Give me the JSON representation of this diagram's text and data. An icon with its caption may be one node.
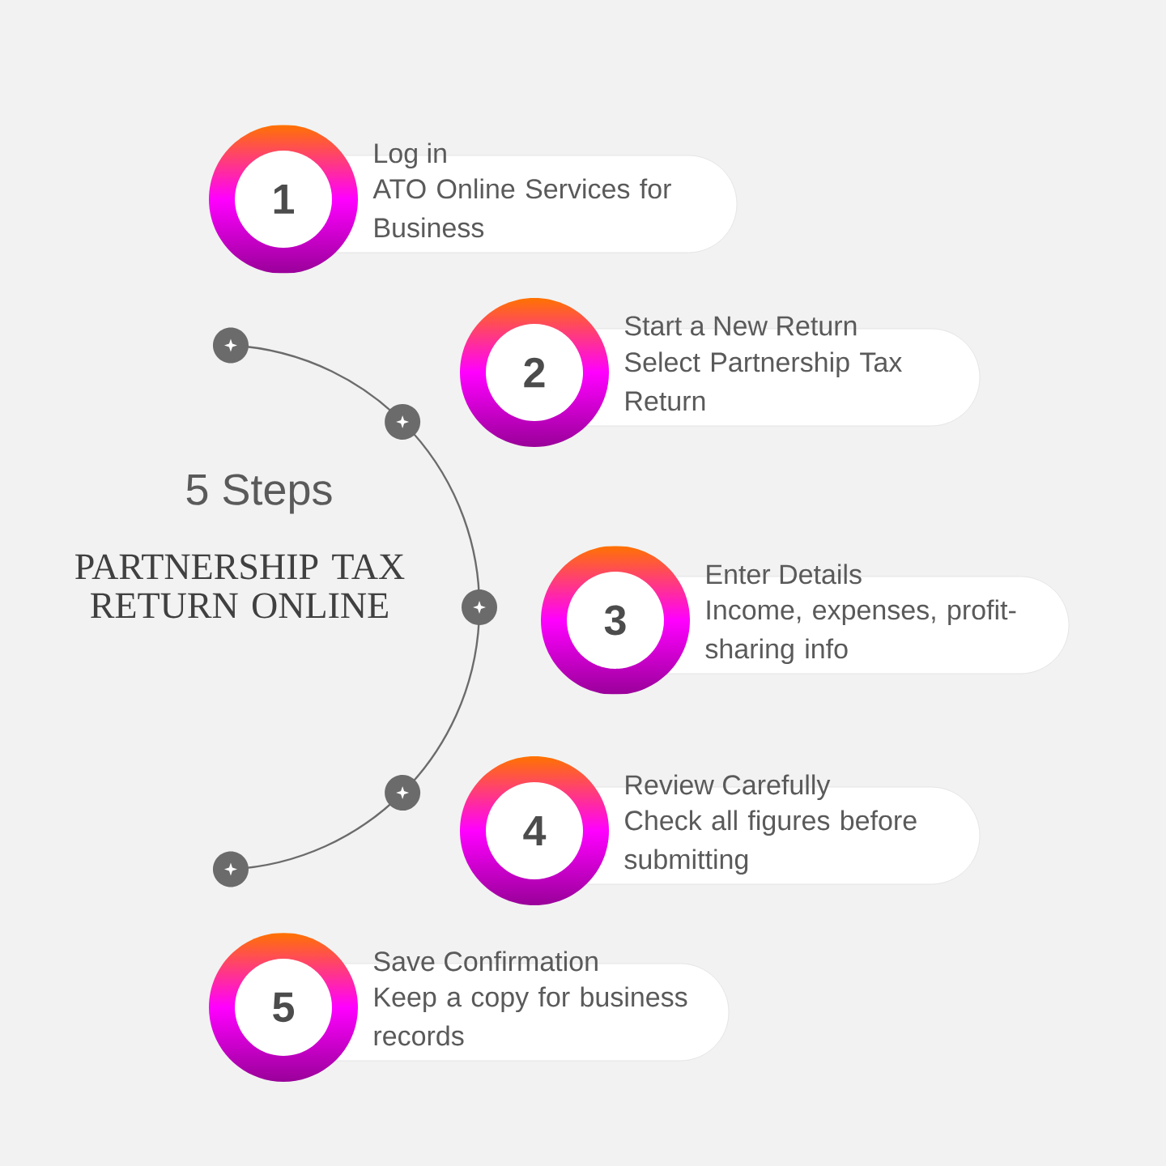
{
  "diagram": {
    "title": "5 Steps",
    "nodes": [
      {
        "text": [
          "1",
          "Log in",
          "ATO Online Services for Business"
        ]
      },
      {
        "text": [
          "2",
          "Start a New Return",
          "Select Partnership Tax Return"
        ]
      },
      {
        "text": [
          "3",
          "Enter Details",
          "Income, expenses, profit-sharing info"
        ]
      },
      {
        "text": [
          "4",
          "Review Carefully",
          "Check all figures before submitting"
        ]
      },
      {
        "text": [
          "5",
          "Save Confirmation",
          "Keep a copy for business records"
        ]
      }
    ],
    "labels": [
      "PARTNERSHIP TAX RETURN ONLINE"
    ]
  }
}
